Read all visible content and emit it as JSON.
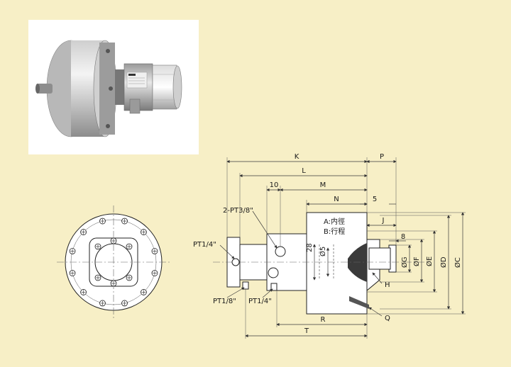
{
  "dimensions": {
    "K": "K",
    "P": "P",
    "L": "L",
    "ten": "10",
    "M": "M",
    "N": "N",
    "five": "5",
    "J": "J",
    "eight": "8",
    "port_2pt38": "2-PT3/8\"",
    "pt14_left": "PT1/4\"",
    "pt18": "PT1/8\"",
    "pt14_bottom": "PT1/4\"",
    "dim28": "28",
    "phi5": "Ø5",
    "phiG": "ØG",
    "phiF": "ØF",
    "phiE": "ØE",
    "phiD": "ØD",
    "phiC": "ØC",
    "H": "H",
    "Q": "Q",
    "R": "R",
    "T": "T"
  },
  "legend": {
    "a": "A:内徑",
    "b": "B:行程"
  },
  "colors": {
    "background": "#f7efc6",
    "photo_bg": "#ffffff",
    "line": "#222222",
    "body_shade": "#d9d9d9"
  }
}
